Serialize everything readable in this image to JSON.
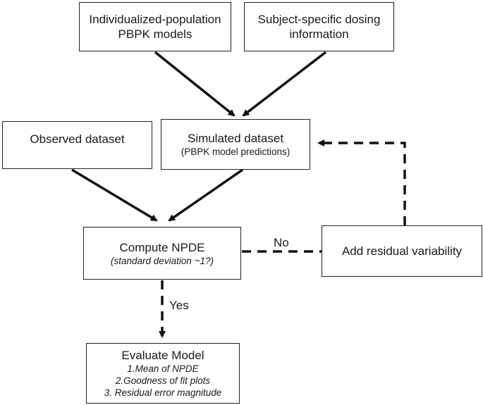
{
  "nodes": {
    "pbpk_models": {
      "lines": [
        "Individualized-population",
        "PBPK models"
      ]
    },
    "dosing_info": {
      "lines": [
        "Subject-specific dosing",
        "information"
      ]
    },
    "observed": {
      "lines": [
        "Observed dataset"
      ]
    },
    "simulated": {
      "title": "Simulated dataset",
      "subtitle": "(PBPK model predictions)"
    },
    "compute": {
      "title": "Compute NPDE",
      "subtitle": "(standard deviation ~1?)"
    },
    "residual": {
      "lines": [
        "Add residual variability"
      ]
    },
    "evaluate": {
      "title": "Evaluate Model",
      "items": [
        "1.Mean of NPDE",
        "2.Goodness of fit plots",
        "3. Residual error magnitude"
      ]
    }
  },
  "edge_labels": {
    "no": "No",
    "yes": "Yes"
  },
  "colors": {
    "stroke": "#111111",
    "text": "#1a1a1a"
  }
}
